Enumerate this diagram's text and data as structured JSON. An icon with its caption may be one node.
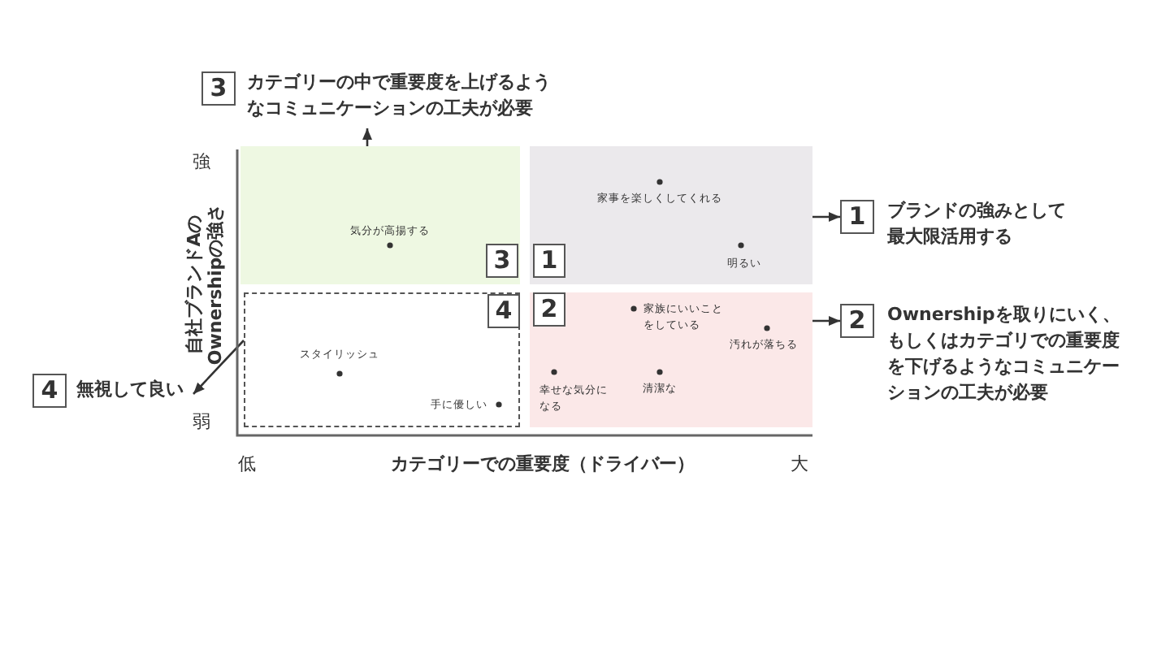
{
  "diagram": {
    "nodes": [
      {
        "text": [],
        "shape": "box"
      },
      {
        "text": [
          "3"
        ],
        "in": 0
      },
      {
        "text": [],
        "shape": "box"
      },
      {
        "text": [
          "1"
        ],
        "in": 2
      },
      {
        "text": [],
        "shape": "box"
      },
      {
        "text": [
          "4"
        ],
        "in": 4
      },
      {
        "text": [],
        "shape": "box"
      },
      {
        "text": [
          "2"
        ],
        "in": 6
      },
      {
        "text": [
          "3"
        ],
        "beside": [
          "カテゴリーの中で重要度を上げるようなコミュニケーションの工夫が必要"
        ]
      },
      {
        "text": [
          "1"
        ],
        "beside": [
          "ブランドの強みとして最大限活用する"
        ]
      },
      {
        "text": [
          "2"
        ],
        "beside": [
          "Ownershipを取りにいく、もしくはカテゴリでの重要度を下げるようなコミュニケーションの工夫が必要"
        ]
      },
      {
        "text": [
          "4"
        ],
        "beside": [
          "無視して良い"
        ]
      }
    ],
    "edges": [
      {
        "from": 0,
        "to": 8,
        "arrow": "to"
      },
      {
        "from": 2,
        "to": 9,
        "arrow": "to"
      },
      {
        "from": 6,
        "to": 10,
        "arrow": "to"
      },
      {
        "from": 4,
        "to": 11,
        "arrow": "to"
      }
    ],
    "labels": [
      "強",
      "自社ブランドAのOwnershipの強さ",
      "弱",
      "低",
      "カテゴリーでの重要度（ドライバー）",
      "大",
      "家事を楽しくしてくれる",
      "気分が高揚する",
      "明るい",
      "家族にいいことをしている",
      "汚れが落ちる",
      "スタイリッシュ",
      "幸せな気分になる",
      "清潔な",
      "手に優しい"
    ]
  }
}
